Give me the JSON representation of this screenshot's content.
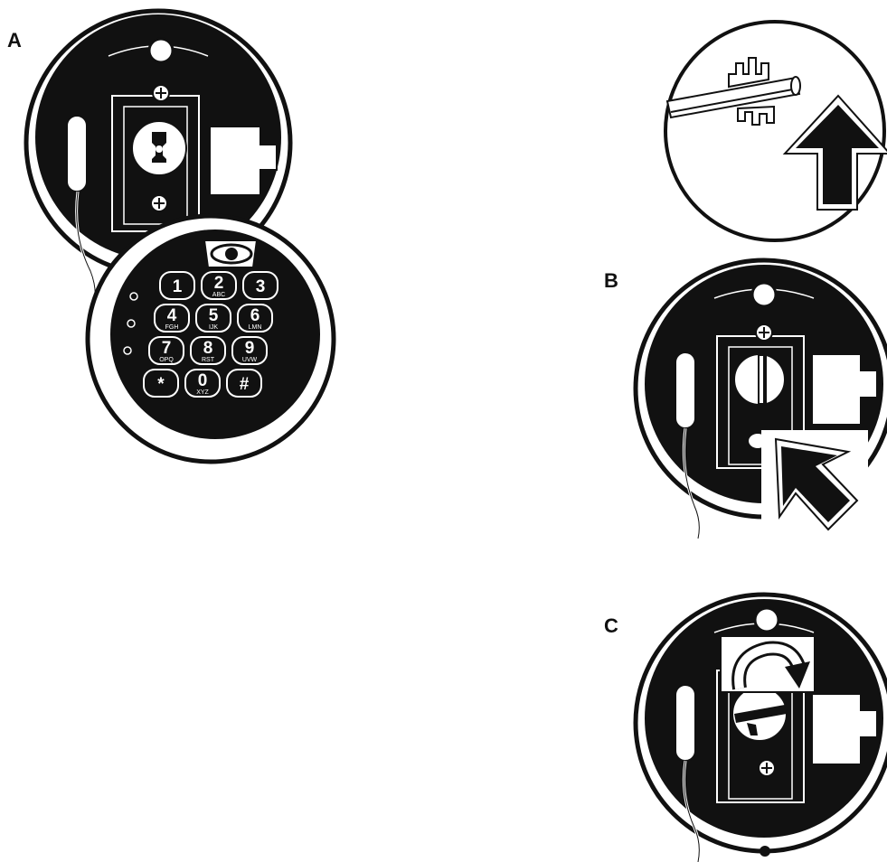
{
  "labels": {
    "a": "A",
    "b": "B",
    "c": "C"
  },
  "keypad": {
    "keys": [
      {
        "num": "1",
        "sub": ""
      },
      {
        "num": "2",
        "sub": "ABC"
      },
      {
        "num": "3",
        "sub": ""
      },
      {
        "num": "4",
        "sub": "FGH"
      },
      {
        "num": "5",
        "sub": "IJK"
      },
      {
        "num": "6",
        "sub": "LMN"
      },
      {
        "num": "7",
        "sub": "OPQ"
      },
      {
        "num": "8",
        "sub": "RST"
      },
      {
        "num": "9",
        "sub": "UVW"
      },
      {
        "num": "*",
        "sub": ""
      },
      {
        "num": "0",
        "sub": "XYZ"
      },
      {
        "num": "#",
        "sub": ""
      }
    ]
  },
  "colors": {
    "ink": "#111111",
    "paper": "#ffffff"
  },
  "icons": [
    "eye-icon",
    "key-icon",
    "up-arrow-icon",
    "pointer-arrow-icon",
    "rotate-arrow-icon",
    "screw-icon",
    "keyhole-icon",
    "led-icon"
  ]
}
